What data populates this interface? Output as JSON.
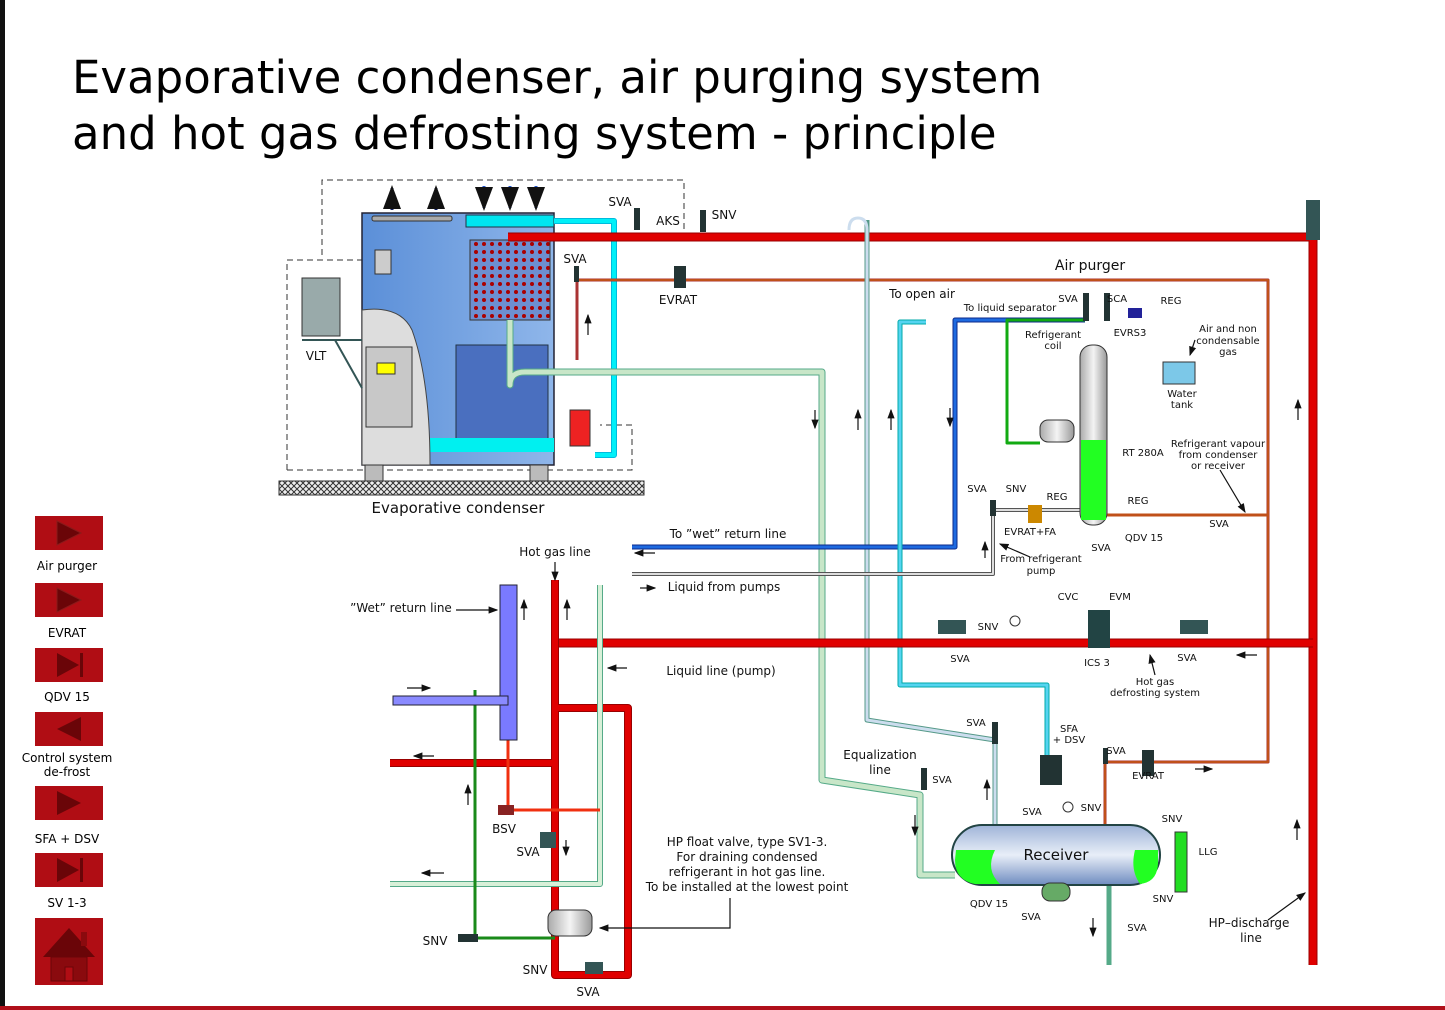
{
  "title": "Evaporative condenser, air purging system\nand hot gas defrosting system - principle",
  "nav": [
    {
      "label": "Air purger",
      "icon": "play-icon"
    },
    {
      "label": "EVRAT",
      "icon": "play-icon"
    },
    {
      "label": "QDV 15",
      "icon": "skip-forward-icon"
    },
    {
      "label": "Control system\nde-frost",
      "icon": "back-icon"
    },
    {
      "label": "SFA + DSV",
      "icon": "play-icon"
    },
    {
      "label": "SV 1-3",
      "icon": "skip-forward-icon"
    },
    {
      "label": "",
      "icon": "home-icon"
    }
  ],
  "colors": {
    "hot_gas": "#e00000",
    "cooling_water": "#00e5f0",
    "liquid": "#c8e6c8",
    "wet_return": "#1e5adc",
    "nav_button": "#b00d14"
  },
  "diagram": {
    "labels": [
      "SVA",
      "AKS",
      "SNV",
      "SVA",
      "EVRAT",
      "VLT",
      "Evaporative condenser",
      "Air purger",
      "To open air",
      "To liquid separator",
      "SVA",
      "SCA",
      "REG",
      "EVRS3",
      "Refrigerant",
      "coil",
      "Air and non",
      "condensable",
      "gas",
      "Water",
      "tank",
      "RT 280A",
      "Refrigerant vapour",
      "from condenser",
      "or receiver",
      "SVA",
      "SNV",
      "REG",
      "REG",
      "SVA",
      "EVRAT+FA",
      "QDV 15",
      "SVA",
      "From refrigerant",
      "pump",
      "To ”wet” return line",
      "Liquid from pumps",
      "Hot gas line",
      "”Wet” return line",
      "Liquid line (pump)",
      "CVC",
      "EVM",
      "SNV",
      "SVA",
      "ICS 3",
      "SVA",
      "Hot gas",
      "defrosting system",
      "SVA",
      "SFA",
      "+ DSV",
      "SVA",
      "EVRAT",
      "Equalization",
      "line",
      "SVA",
      "SVA",
      "SNV",
      "SNV",
      "Receiver",
      "LLG",
      "SNV",
      "QDV 15",
      "SVA",
      "SVA",
      "HP–discharge",
      "line",
      "BSV",
      "SVA",
      "HP float valve, type SV1-3.",
      "For draining condensed",
      "refrigerant in hot gas line.",
      "To be installed at the lowest point",
      "SNV",
      "SNV",
      "SVA"
    ]
  }
}
